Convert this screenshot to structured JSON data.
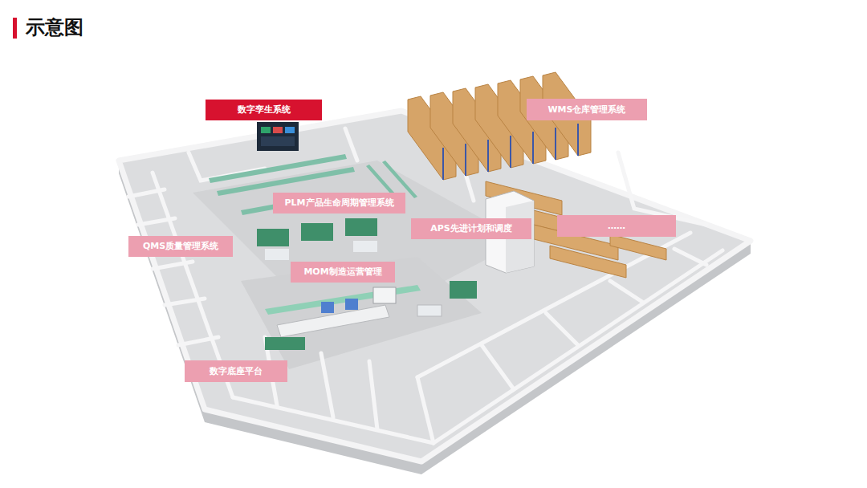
{
  "diagram": {
    "title": "示意图",
    "nodes": [
      {
        "text": [
          "数字孪生系统"
        ]
      },
      {
        "text": [
          "WMS仓库管理系统"
        ]
      },
      {
        "text": [
          "PLM产品生命周期管理系统"
        ]
      },
      {
        "text": [
          "APS先进计划和调度"
        ]
      },
      {
        "text": [
          "……"
        ]
      },
      {
        "text": [
          "QMS质量管理系统"
        ]
      },
      {
        "text": [
          "MOM制造运营管理"
        ]
      },
      {
        "text": [
          "数字底座平台"
        ]
      }
    ]
  }
}
